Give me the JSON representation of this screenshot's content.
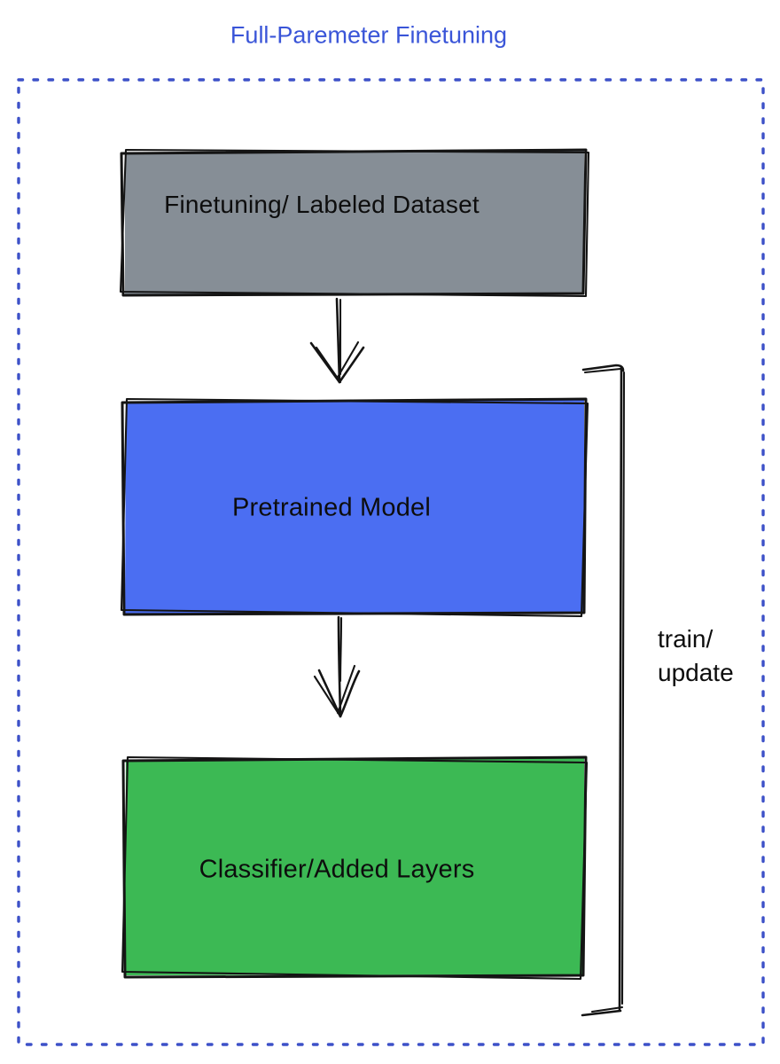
{
  "title": "Full-Paremeter Finetuning",
  "colors": {
    "title": "#3a55d8",
    "dashed_border": "#3d51c8",
    "sketch_stroke": "#141414",
    "label_text": "#0d0d0d"
  },
  "boxes": [
    {
      "name": "finetuning-dataset",
      "label": "Finetuning/ Labeled Dataset",
      "fill": "#868e96"
    },
    {
      "name": "pretrained-model",
      "label": "Pretrained Model",
      "fill": "#4b6ef2"
    },
    {
      "name": "classifier-added-layers",
      "label": "Classifier/Added Layers",
      "fill": "#3cb954"
    }
  ],
  "bracket": {
    "line1": "train/",
    "line2": "update"
  }
}
